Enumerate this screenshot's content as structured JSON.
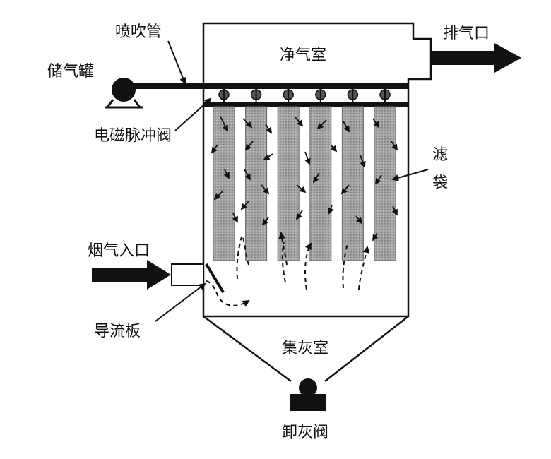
{
  "labels": {
    "spray_pipe": "喷吹管",
    "air_tank": "储气罐",
    "clean_chamber": "净气室",
    "exhaust": "排气口",
    "pulse_valve": "电磁脉冲阀",
    "filter_bag_1": "滤",
    "filter_bag_2": "袋",
    "flue_inlet": "烟气入口",
    "baffle": "导流板",
    "ash_hopper": "集灰室",
    "discharge_valve": "卸灰阀"
  },
  "diagram": {
    "nozzle_count": 6,
    "filter_bag_count": 6,
    "colors": {
      "line": "#111111",
      "bag_fill": "#9a9a9a",
      "background": "#ffffff"
    }
  }
}
